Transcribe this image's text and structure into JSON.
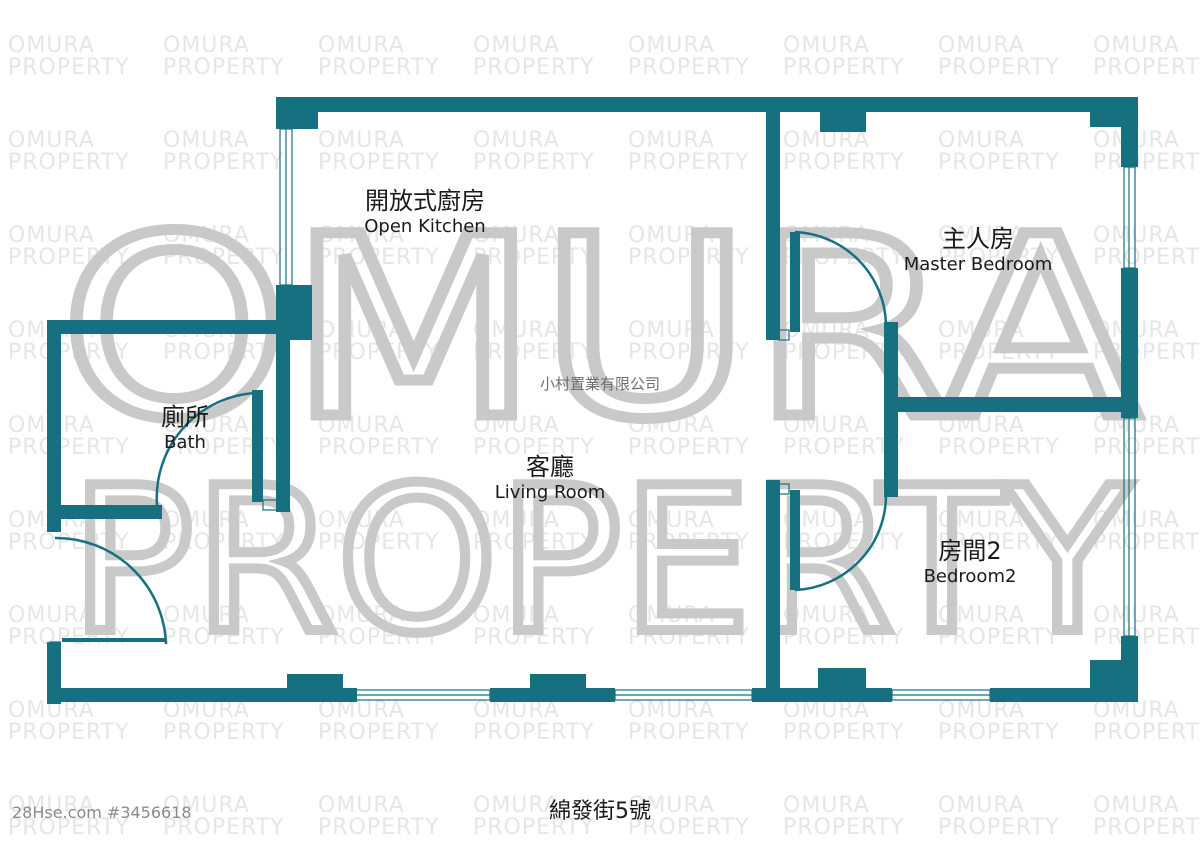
{
  "watermark": {
    "line1": "OMURA",
    "line2": "PROPERTY"
  },
  "company": "小村置業有限公司",
  "rooms": {
    "kitchen": {
      "zh": "開放式廚房",
      "en": "Open Kitchen"
    },
    "master": {
      "zh": "主人房",
      "en": "Master Bedroom"
    },
    "bath": {
      "zh": "廁所",
      "en": "Bath"
    },
    "living": {
      "zh": "客廳",
      "en": "Living Room"
    },
    "bedroom2": {
      "zh": "房間2",
      "en": "Bedroom2"
    }
  },
  "address": "綿發街5號",
  "reference": "28Hse.com #3456618",
  "colors": {
    "wall": "#17707f",
    "watermark_big": "#c9c9c9",
    "watermark_tile": "#e6e6e6"
  }
}
